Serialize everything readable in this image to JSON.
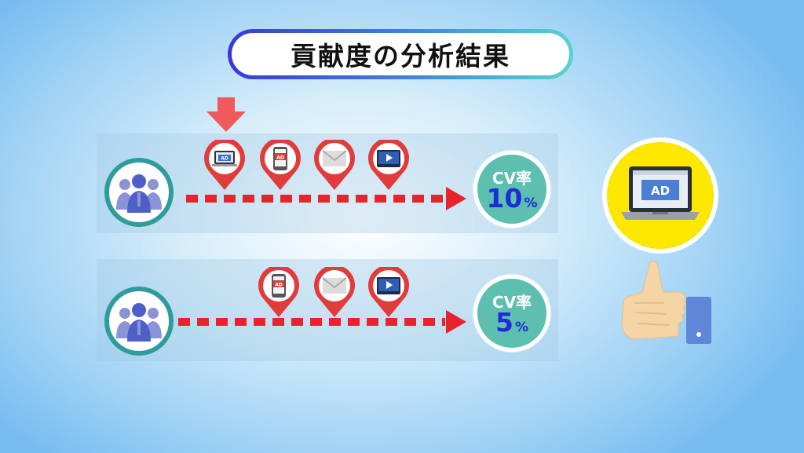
{
  "title": "貢献度の分析結果",
  "paths": [
    {
      "touchpoints": [
        "pc-ad-icon",
        "mobile-ad-icon",
        "mail-icon",
        "video-icon"
      ],
      "cv_label": "CV率",
      "cv_value": "10",
      "cv_unit": "%"
    },
    {
      "touchpoints": [
        "mobile-ad-icon",
        "mail-icon",
        "video-icon"
      ],
      "cv_label": "CV率",
      "cv_value": "5",
      "cv_unit": "%"
    }
  ],
  "highlight": {
    "label": "AD",
    "icon": "laptop-ad-icon"
  },
  "colors": {
    "pin_red": "#e03c3c",
    "dash_red": "#e8232d",
    "teal": "#2e9c9a",
    "cv_fill": "#5cbfb0",
    "cv_text": "#1f2bd8",
    "badge_yellow": "#ffe800"
  }
}
